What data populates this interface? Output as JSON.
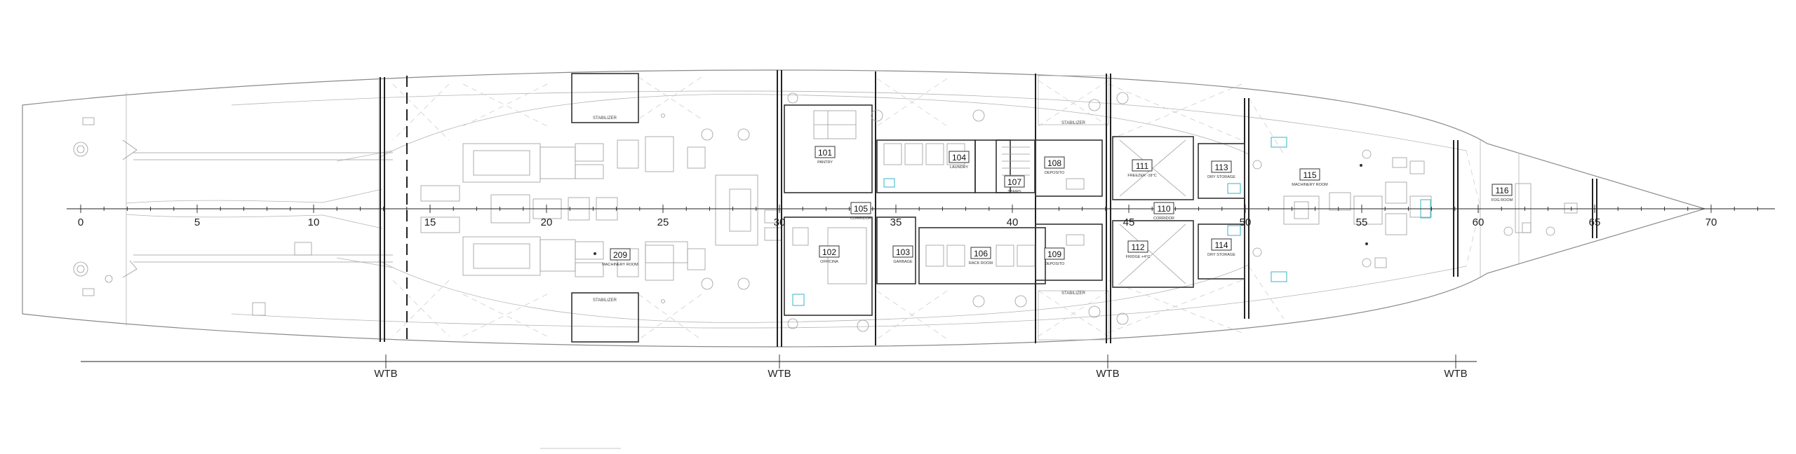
{
  "frame_labels": [
    "0",
    "5",
    "10",
    "15",
    "20",
    "25",
    "30",
    "35",
    "40",
    "45",
    "50",
    "55",
    "60",
    "65",
    "70"
  ],
  "wtb_label": "WTB",
  "rooms": [
    {
      "number": "101",
      "name": "PANTRY"
    },
    {
      "number": "102",
      "name": "OFFICINA"
    },
    {
      "number": "103",
      "name": "GARBAGE"
    },
    {
      "number": "104",
      "name": "LAUNDRY"
    },
    {
      "number": "105",
      "name": "CORRIDOR"
    },
    {
      "number": "106",
      "name": "RACK ROOM"
    },
    {
      "number": "107",
      "name": "STAIRS"
    },
    {
      "number": "108",
      "name": "DEPOSITO"
    },
    {
      "number": "109",
      "name": "DEPOSITO"
    },
    {
      "number": "110",
      "name": "CORRIDOR"
    },
    {
      "number": "111",
      "name": "FREEZER -18°C"
    },
    {
      "number": "112",
      "name": "FRIDGE +4°C"
    },
    {
      "number": "113",
      "name": "DRY STORAGE"
    },
    {
      "number": "114",
      "name": "DRY STORAGE"
    },
    {
      "number": "115",
      "name": "MACHINERY ROOM"
    },
    {
      "number": "116",
      "name": "FOG ROOM"
    },
    {
      "number": "209",
      "name": "MACHINERY ROOM"
    }
  ],
  "zones": {
    "stabilizer": "STABILIZER"
  },
  "colors": {
    "line": "#8a8a8a",
    "bulkhead": "#222222",
    "accent": "#34b6c9"
  }
}
